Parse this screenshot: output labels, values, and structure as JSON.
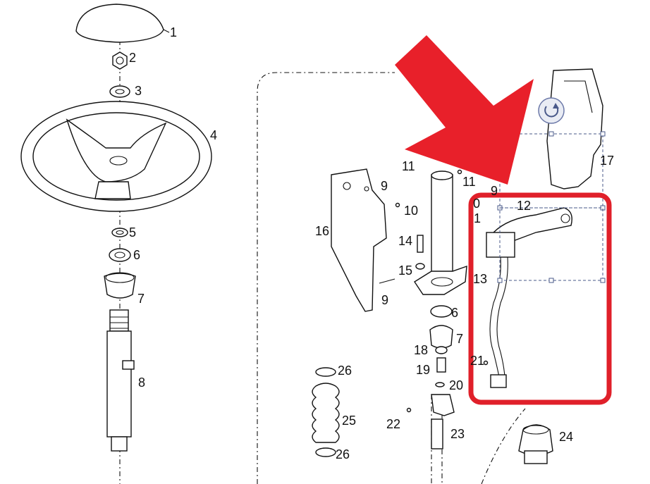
{
  "labels": {
    "l1": "1",
    "l2": "2",
    "l3": "3",
    "l4": "4",
    "l5": "5",
    "l6a": "6",
    "l7a": "7",
    "l8": "8",
    "l9a": "9",
    "l9b": "9",
    "l9c": "9",
    "l10a": "10",
    "l10b": "0",
    "l11a": "11",
    "l11b": "11",
    "l11c": "1",
    "l12": "12",
    "l13": "13",
    "l14": "14",
    "l15": "15",
    "l16": "16",
    "l17": "17",
    "l18": "18",
    "l19": "19",
    "l20": "20",
    "l21": "21",
    "l22": "22",
    "l23": "23",
    "l24": "24",
    "l25": "25",
    "l26a": "26",
    "l26b": "26",
    "l6b": "6",
    "l7b": "7"
  },
  "colors": {
    "arrow": "#e8202a",
    "highlight_box": "#e0202a",
    "selection": "#4a5a8a",
    "line_art": "#111111"
  },
  "icons": {
    "rotate_handle": "rotate-icon"
  }
}
